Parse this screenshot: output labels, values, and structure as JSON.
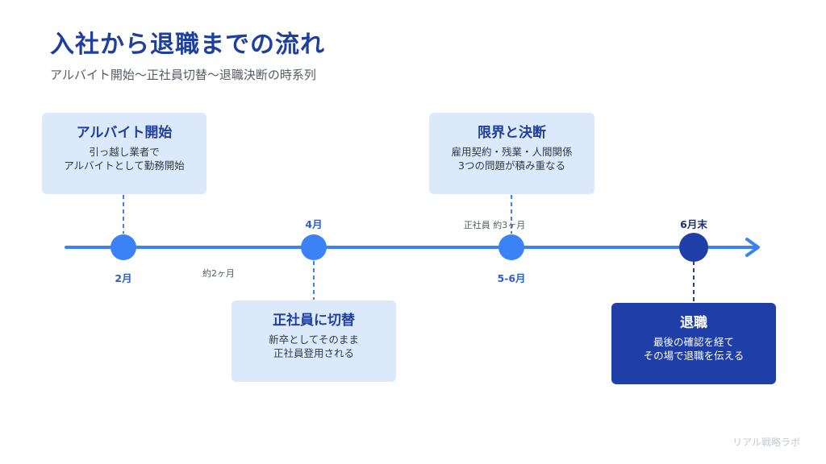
{
  "header": {
    "title": "入社から退職までの流れ",
    "subtitle": "アルバイト開始〜正社員切替〜退職決断の時系列"
  },
  "events": [
    {
      "title": "アルバイト開始",
      "desc1": "引っ越し業者で",
      "desc2": "アルバイトとして勤務開始",
      "date": "2月"
    },
    {
      "title": "正社員に切替",
      "desc1": "新卒としてそのまま",
      "desc2": "正社員登用される",
      "date": "4月"
    },
    {
      "title": "限界と決断",
      "desc1": "雇用契約・残業・人間関係",
      "desc2": "3つの問題が積み重なる",
      "date": "5-6月"
    },
    {
      "title": "退職",
      "desc1": "最後の確認を経て",
      "desc2": "その場で退職を伝える",
      "date": "6月末"
    }
  ],
  "durations": {
    "part_time": "約2ヶ月",
    "full_time": "正社員 約3ヶ月"
  },
  "footer": {
    "brand": "リアル戦略ラボ"
  },
  "colors": {
    "accent": "#3b82f6",
    "dark": "#1f3ea8",
    "box_light": "#dce9fb"
  }
}
